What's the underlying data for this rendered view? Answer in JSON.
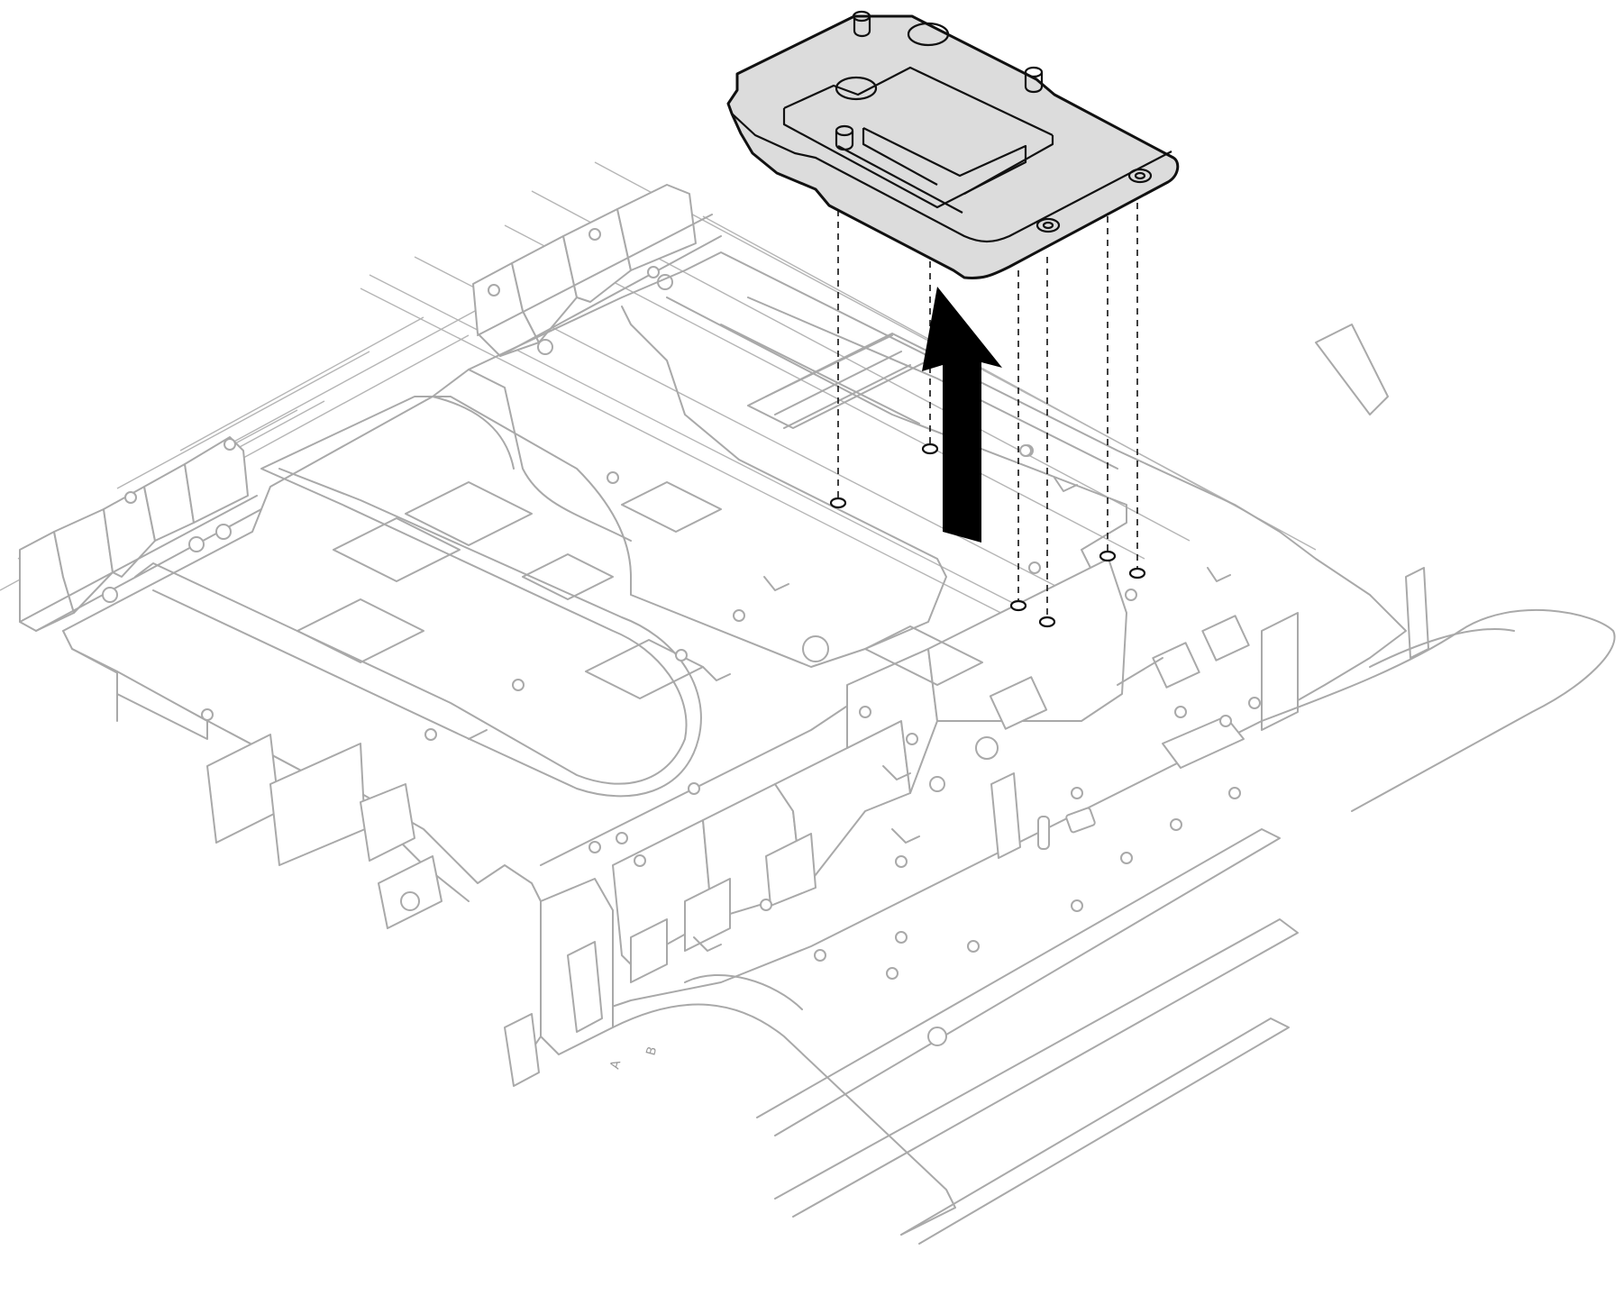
{
  "figure": {
    "part_labels": [
      "A",
      "B"
    ],
    "colors": {
      "chassis_line": "#a9a9a9",
      "highlight_fill": "#dcdcdc",
      "highlight_line": "#111111",
      "arrow": "#000000",
      "background": "#ffffff"
    },
    "icons": [
      "lift-up-arrow"
    ]
  }
}
